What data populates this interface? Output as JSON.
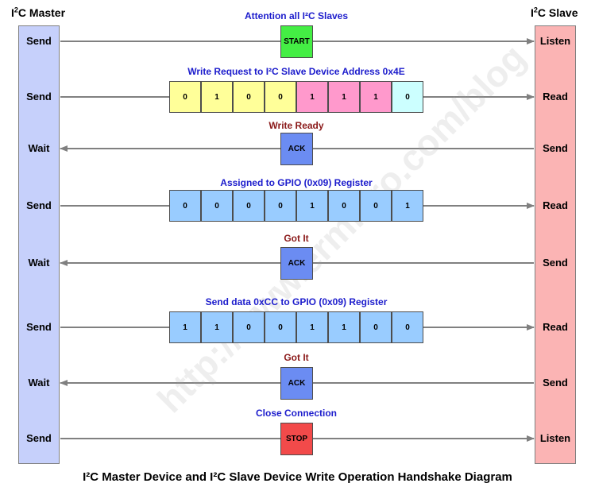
{
  "master": {
    "title_prefix": "I",
    "title_sup": "2",
    "title_suffix": "C Master"
  },
  "slave": {
    "title_prefix": "I",
    "title_sup": "2",
    "title_suffix": "C Slave"
  },
  "rows": [
    {
      "master_label": "Send",
      "slave_label": "Listen",
      "caption": "Attention all I²C Slaves",
      "direction": "right",
      "box": "START"
    },
    {
      "master_label": "Send",
      "slave_label": "Read",
      "caption": "Write Request  to I²C Slave Device Address 0x4E",
      "direction": "right",
      "bits": [
        "0",
        "1",
        "0",
        "0",
        "1",
        "1",
        "1",
        "0"
      ]
    },
    {
      "master_label": "Wait",
      "slave_label": "Send",
      "caption": "Write Ready",
      "direction": "left",
      "box": "ACK"
    },
    {
      "master_label": "Send",
      "slave_label": "Read",
      "caption": "Assigned to GPIO (0x09) Register",
      "direction": "right",
      "bits": [
        "0",
        "0",
        "0",
        "0",
        "1",
        "0",
        "0",
        "1"
      ]
    },
    {
      "master_label": "Wait",
      "slave_label": "Send",
      "caption": "Got It",
      "direction": "left",
      "box": "ACK"
    },
    {
      "master_label": "Send",
      "slave_label": "Read",
      "caption": "Send data 0xCC to GPIO (0x09) Register",
      "direction": "right",
      "bits": [
        "1",
        "1",
        "0",
        "0",
        "1",
        "1",
        "0",
        "0"
      ]
    },
    {
      "master_label": "Wait",
      "slave_label": "Send",
      "caption": "Got It",
      "direction": "left",
      "box": "ACK"
    },
    {
      "master_label": "Send",
      "slave_label": "Listen",
      "caption": "Close Connection",
      "direction": "right",
      "box": "STOP"
    }
  ],
  "colors": {
    "start": "#44ee44",
    "ack": "#6b8cf2",
    "stop": "#f24a4a",
    "addr_high": "#ffff99",
    "addr_low": "#ff99cc",
    "rw_bit": "#ccffff",
    "data_bit": "#99ccff",
    "arrow": "#808080"
  },
  "watermark": "http://www.ermicro.com/blog",
  "footer": {
    "text": "I²C Master Device and I²C Slave Device Write Operation Handshake Diagram"
  }
}
